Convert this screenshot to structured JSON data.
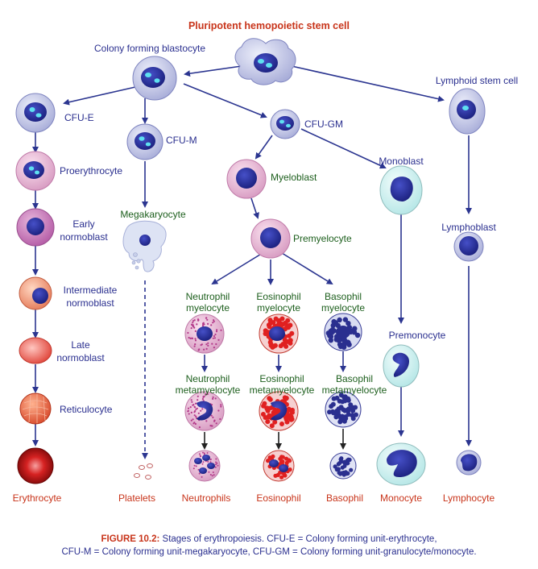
{
  "labels": {
    "pluripotent": "Pluripotent hemopoietic stem cell",
    "blastocyte": "Colony forming blastocyte",
    "lymphoid_stem": "Lymphoid stem cell",
    "cfu_e": "CFU-E",
    "cfu_m": "CFU-M",
    "cfu_gm": "CFU-GM",
    "proerythrocyte": "Proerythrocyte",
    "early_1": "Early",
    "early_2": "normoblast",
    "megakaryocyte": "Megakaryocyte",
    "myeloblast": "Myeloblast",
    "monoblast": "Monoblast",
    "lymphoblast": "Lymphoblast",
    "promyelocyte": "Premyelocyte",
    "intermediate_1": "Intermediate",
    "intermediate_2": "normoblast",
    "neut_myelo_1": "Neutrophil",
    "neut_myelo_2": "myelocyte",
    "eos_myelo_1": "Eosinophil",
    "eos_myelo_2": "myelocyte",
    "baso_myelo_1": "Basophil",
    "baso_myelo_2": "myelocyte",
    "premonocyte": "Premonocyte",
    "late_1": "Late",
    "late_2": "normoblast",
    "neut_meta_1": "Neutrophil",
    "neut_meta_2": "metamyelocyte",
    "eos_meta_1": "Eosinophil",
    "eos_meta_2": "metamyelocyte",
    "baso_meta_1": "Basophil",
    "baso_meta_2": "metamyelocyte",
    "reticulocyte": "Reticulocyte",
    "erythrocyte": "Erythrocyte",
    "platelets": "Platelets",
    "neutrophils": "Neutrophils",
    "eosinophil": "Eosinophil",
    "basophil": "Basophil",
    "monocyte": "Monocyte",
    "lymphocyte": "Lymphocyte"
  },
  "caption": {
    "figure_label": "FIGURE 10.2:",
    "line1": " Stages of erythropoiesis.  CFU-E = Colony forming unit-erythrocyte,",
    "line2": "CFU-M = Colony forming unit-megakaryocyte,  CFU-GM = Colony forming unit-granulocyte/monocyte."
  },
  "colors": {
    "title_red": "#c8341a",
    "text_blue": "#2a2f8f",
    "text_green": "#1c5e1c",
    "arrow": "#2b3590",
    "neutrophil_granule": "#b33a8a",
    "eosinophil_granule": "#e02020",
    "basophil_granule": "#2a2f8f"
  },
  "icons": {
    "arrow": "arrow-icon"
  }
}
